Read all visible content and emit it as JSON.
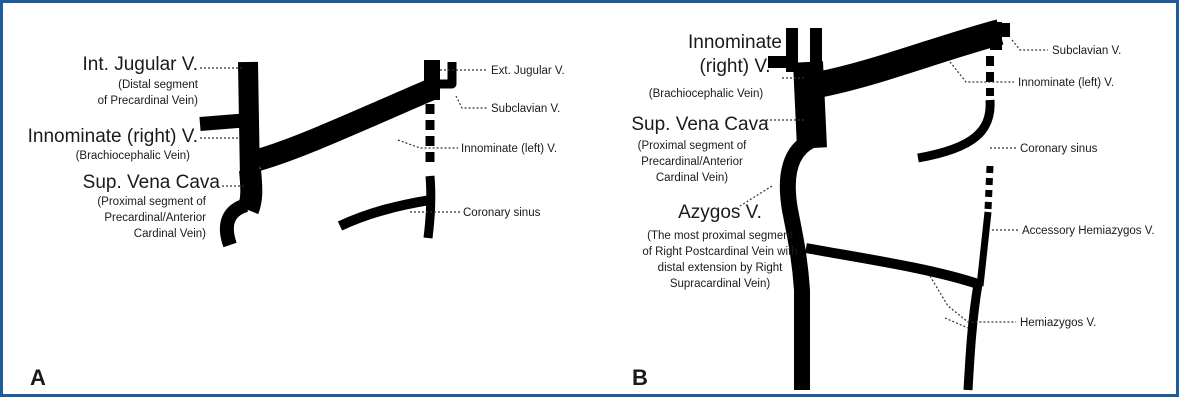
{
  "panels": {
    "a": {
      "letter": "A",
      "labels": {
        "int_jugular": "Int. Jugular V.",
        "int_jugular_sub1": "(Distal segment",
        "int_jugular_sub2": "of Precardinal Vein)",
        "innominate_right": "Innominate (right) V.",
        "innominate_right_sub": "(Brachiocephalic Vein)",
        "svc": "Sup. Vena Cava",
        "svc_sub1": "(Proximal segment of",
        "svc_sub2": "Precardinal/Anterior",
        "svc_sub3": "Cardinal Vein)",
        "ext_jugular": "Ext. Jugular V.",
        "subclavian": "Subclavian V.",
        "innominate_left": "Innominate (left) V.",
        "coronary_sinus": "Coronary sinus"
      }
    },
    "b": {
      "letter": "B",
      "labels": {
        "innominate_right_1": "Innominate",
        "innominate_right_2": "(right) V.",
        "innominate_right_sub": "(Brachiocephalic Vein)",
        "svc": "Sup. Vena Cava",
        "svc_sub1": "(Proximal segment of",
        "svc_sub2": "Precardinal/Anterior",
        "svc_sub3": "Cardinal Vein)",
        "azygos": "Azygos V.",
        "azygos_sub1": "(The most proximal segment",
        "azygos_sub2": "of Right Postcardinal Vein with",
        "azygos_sub3": "distal extension by Right",
        "azygos_sub4": "Supracardinal Vein)",
        "subclavian": "Subclavian V.",
        "innominate_left": "Innominate (left) V.",
        "coronary_sinus": "Coronary sinus",
        "accessory_hemiazygos": "Accessory Hemiazygos V.",
        "hemiazygos": "Hemiazygos V."
      }
    }
  },
  "colors": {
    "border": "#1f5c9e",
    "vein": "#000000"
  }
}
